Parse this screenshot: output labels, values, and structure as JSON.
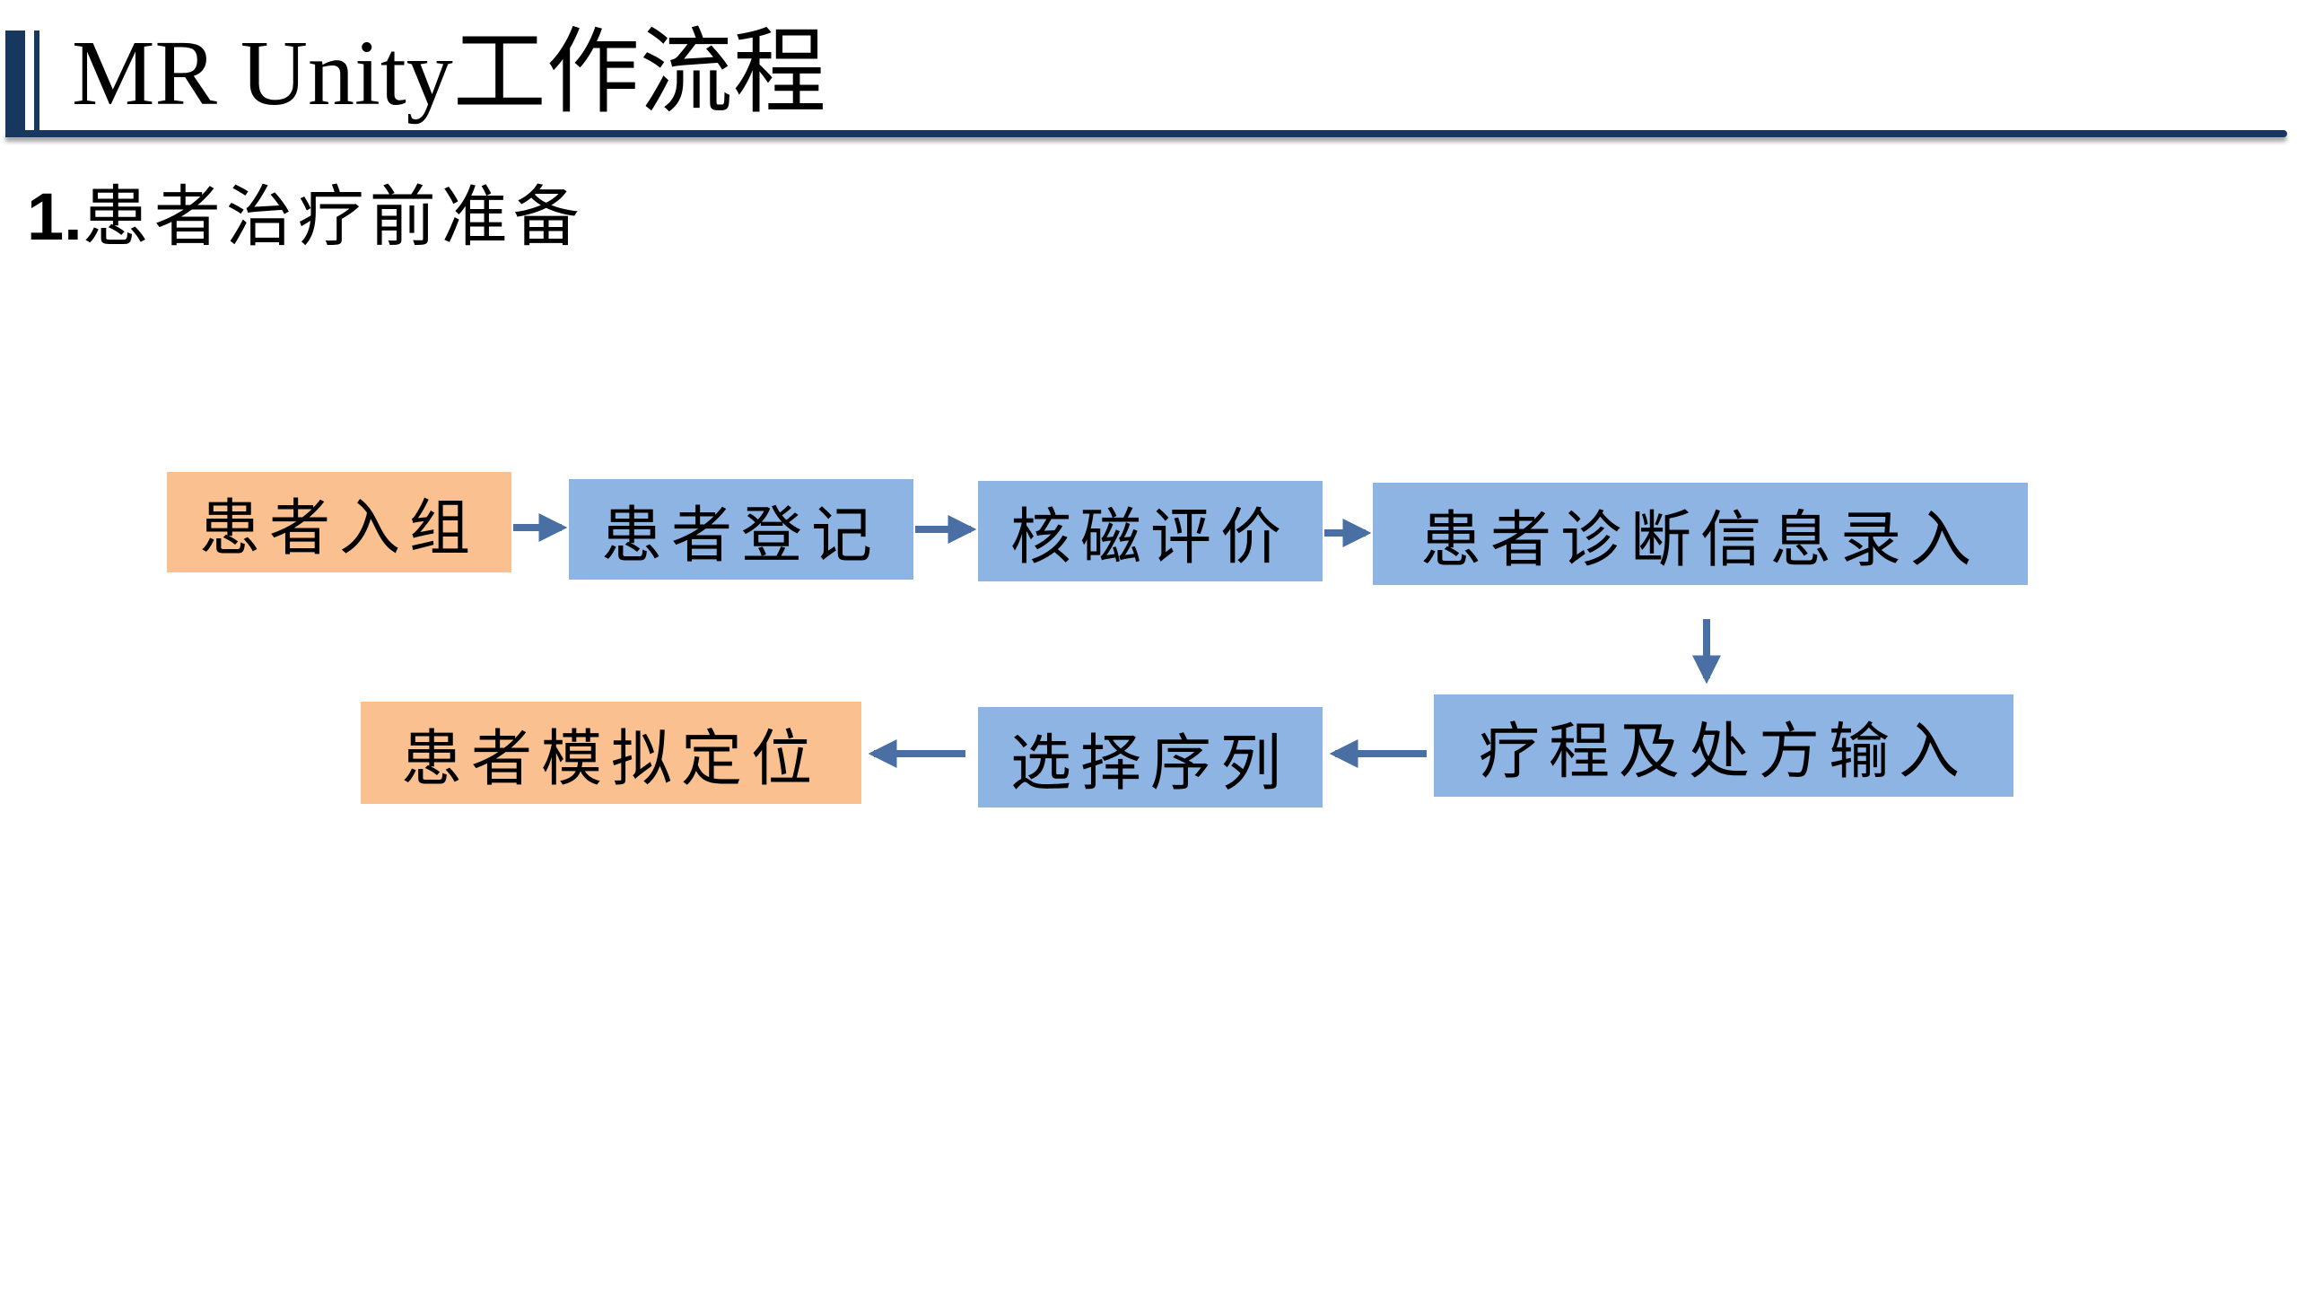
{
  "page": {
    "title": "MR Unity工作流程",
    "section": {
      "number": "1.",
      "text": "患者治疗前准备"
    }
  },
  "flow": {
    "nodes": [
      {
        "id": "n1",
        "label": "患者入组",
        "color": "#fac090"
      },
      {
        "id": "n2",
        "label": "患者登记",
        "color": "#8eb4e3"
      },
      {
        "id": "n3",
        "label": "核磁评价",
        "color": "#8eb4e3"
      },
      {
        "id": "n4",
        "label": "患者诊断信息录入",
        "color": "#8eb4e3"
      },
      {
        "id": "n5",
        "label": "疗程及处方输入",
        "color": "#8eb4e3"
      },
      {
        "id": "n6",
        "label": "选择序列",
        "color": "#8eb4e3"
      },
      {
        "id": "n7",
        "label": "患者模拟定位",
        "color": "#fac090"
      }
    ],
    "edges": [
      {
        "from": "n1",
        "to": "n2"
      },
      {
        "from": "n2",
        "to": "n3"
      },
      {
        "from": "n3",
        "to": "n4"
      },
      {
        "from": "n4",
        "to": "n5"
      },
      {
        "from": "n5",
        "to": "n6"
      },
      {
        "from": "n6",
        "to": "n7"
      }
    ]
  },
  "colors": {
    "title_bar": "#17375e",
    "arrow": "#4a6fa5",
    "node_orange": "#fac090",
    "node_blue": "#8eb4e3"
  }
}
